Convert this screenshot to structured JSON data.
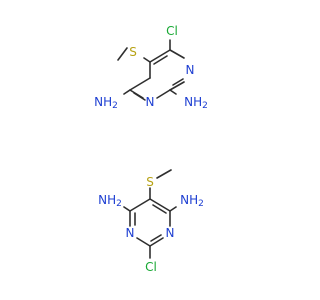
{
  "molecules": [
    {
      "atoms": {
        "cl": "Cl",
        "s": "S",
        "n_ring1": "N",
        "n_ring2": "N",
        "nh2_a": "NH",
        "nh2_a_sub": "2",
        "nh2_b": "NH",
        "nh2_b_sub": "2"
      }
    },
    {
      "atoms": {
        "s": "S",
        "nh2_a": "NH",
        "nh2_a_sub": "2",
        "nh2_b": "NH",
        "nh2_b_sub": "2",
        "n_ring1": "N",
        "n_ring2": "N",
        "cl": "Cl"
      }
    }
  ],
  "colors": {
    "bond": "#2f2f2f",
    "nitrogen": "#1e3fd2",
    "chlorine": "#17a833",
    "sulfur": "#b7a214"
  }
}
